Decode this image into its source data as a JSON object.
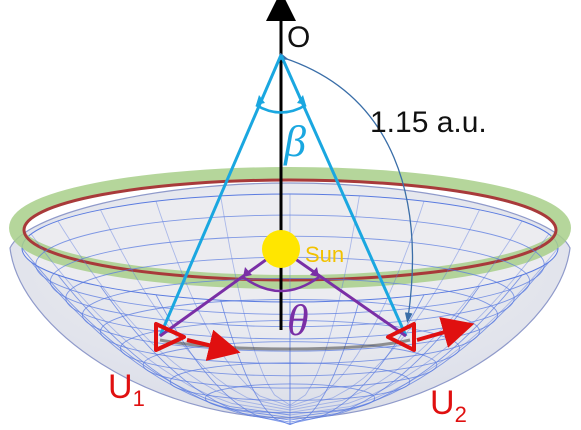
{
  "labels": {
    "origin": "O",
    "distance": "1.15 a.u.",
    "beta": "β",
    "theta": "θ",
    "sun": "Sun",
    "u1_main": "U",
    "u1_sub": "1",
    "u2_main": "U",
    "u2_sub": "2"
  },
  "colors": {
    "axis": "#000000",
    "beta_lines": "#1aa7e0",
    "theta_lines": "#7a2fa6",
    "sun": "#ffe600",
    "sun_label": "#f2c200",
    "spacecraft": "#e01010",
    "mesh": "#5a7be0",
    "rim_green": "#a8cf8a",
    "rim_red": "#a83a3a",
    "distance_arc": "#3a6ea8",
    "bowl_fill": "#e4e4ea"
  }
}
